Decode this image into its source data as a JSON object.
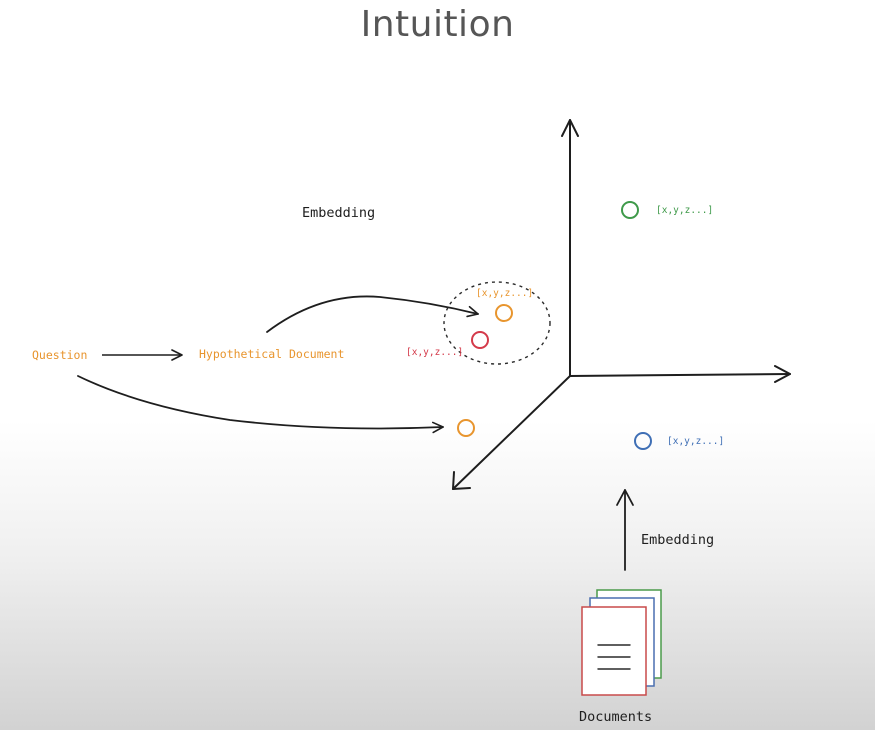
{
  "title": "Intuition",
  "labels": {
    "question": "Question",
    "hypothetical_document": "Hypothetical Document",
    "embedding_top": "Embedding",
    "embedding_bottom": "Embedding",
    "documents": "Documents",
    "vector_orange": "[x,y,z...]",
    "vector_red": "[x,y,z...]",
    "vector_green": "[x,y,z...]",
    "vector_blue": "[x,y,z...]"
  },
  "colors": {
    "orange": "#e8952e",
    "red": "#d43a4a",
    "green": "#3f9a4a",
    "blue": "#3f6fb5",
    "ink": "#1e1e1e"
  }
}
